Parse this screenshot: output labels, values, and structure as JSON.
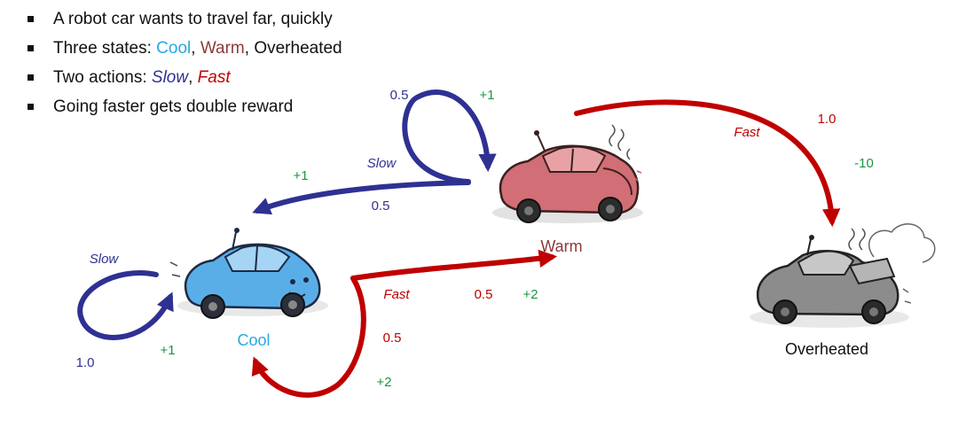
{
  "bullets": {
    "line1": "A robot car wants to travel far, quickly",
    "line2_prefix": "Three states: ",
    "line2_cool": "Cool",
    "line2_sep1": ", ",
    "line2_warm": "Warm",
    "line2_sep2": ", ",
    "line2_overheated": "Overheated",
    "line3_prefix": "Two actions: ",
    "line3_slow": "Slow",
    "line3_sep": ", ",
    "line3_fast": "Fast",
    "line4": "Going faster gets double reward"
  },
  "states": {
    "cool": "Cool",
    "warm": "Warm",
    "overheated": "Overheated"
  },
  "transitions": {
    "warm_slow_self_prob": "0.5",
    "warm_slow_self_reward": "+1",
    "warm_slow_action": "Slow",
    "warm_to_cool_reward": "+1",
    "warm_to_cool_prob": "0.5",
    "warm_fast_action": "Fast",
    "warm_fast_prob": "1.0",
    "warm_fast_reward": "-10",
    "cool_slow_action": "Slow",
    "cool_slow_prob": "1.0",
    "cool_slow_reward": "+1",
    "cool_fast_action": "Fast",
    "cool_fast_to_warm_prob": "0.5",
    "cool_fast_to_warm_reward": "+2",
    "cool_fast_self_prob": "0.5",
    "cool_fast_self_reward": "+2"
  },
  "colors": {
    "slow": "#2e3192",
    "fast": "#c00000",
    "reward": "#1a9641",
    "cool": "#29a8e0",
    "warm": "#8b3a3a",
    "text": "#111111"
  },
  "icons": {
    "cool_car": "blue-car-icon",
    "warm_car": "red-car-icon",
    "overheated_car": "broken-gray-car-icon"
  }
}
